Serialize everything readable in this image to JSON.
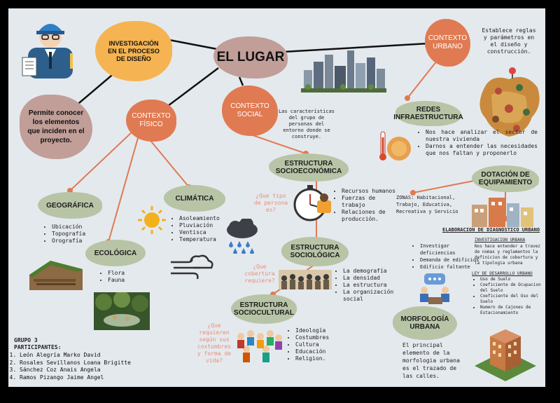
{
  "nodes": {
    "center": "EL LUGAR",
    "investigacion": "INVESTIGACIÓN EN EL PROCESO DE DISEÑO",
    "permite": "Permite conocer los elementos que inciden en el proyecto.",
    "contexto_fisico": "CONTEXTO FÍSICO",
    "contexto_social": "CONTEXTO SOCIAL",
    "contexto_urbano": "CONTEXTO URBANO",
    "geografica": "GEOGRÁFICA",
    "climatica": "CLIMÁTICA",
    "ecologica": "ECOLÓGICA",
    "estructura_socioeconomica": "ESTRUCTURA SOCIOECONÓMICA",
    "estructura_sociologica": "ESTRUCTURA SOCIOLÓGICA",
    "estructura_sociocultural": "ESTRUCTURA SOCIOCULTURAL",
    "redes": "REDES INFRAESTRUCTURA",
    "dotacion": "DOTACIÓN DE EQUIPAMIENTO",
    "morfologia": "MORFOLOGÍA URBANA"
  },
  "texts": {
    "urbano_desc": "Establece reglas y parámetros en el diseño y construcción.",
    "social_desc": "Las características del grupo de personas del entorno donde se construye.",
    "q_tipo": "¿Que tipo de persona es?",
    "q_cobertura": "¿Que cobertura requiere?",
    "q_costumbres": "¿Que requieren según sus costumbres y forma de vida?",
    "zonas": "ZONAS: Habitacional, Trabajo, Educativa, Recreativa y Servicio",
    "diag_title": "ELABORACION DE DIAGNOSTICO URBANO",
    "inv_urbana_title": "INVESTIGACION URBANA",
    "inv_urbana_desc": "Nos hace entender a travez de nomas y reglamentos la definicion de cobertura y la tipologia urbana",
    "ley_title": "LEY DE DESARROLLO URBANO",
    "morfologia_desc": "El principal elemento de la morfologia urbana es el trazado de las calles.",
    "grupo": "GRUPO 3",
    "participantes_label": "PARTICIPANTES:"
  },
  "lists": {
    "geografica": [
      "Ubicación",
      "Topografía",
      "Orografía"
    ],
    "climatica": [
      "Asoleamiento",
      "Pluviación",
      "Ventisca",
      "Temperatura"
    ],
    "ecologica": [
      "Flora",
      "Fauna"
    ],
    "socioeconomica": [
      "Recursos humanos",
      "Fuerzas de trabajo",
      "Relaciones de producción."
    ],
    "sociologica": [
      "La demografía",
      "La densidad",
      "La estructura",
      "La organización social"
    ],
    "sociocultural": [
      "Ideología",
      "Costumbres",
      "Cultura",
      "Educación",
      "Religion."
    ],
    "redes": [
      "Nos hace analizar el sector de nuestra vivienda",
      "Darnos a entender las necesidades que nos faltan y proponerlo"
    ],
    "diagnostico": [
      "Investigar deficiencias",
      "Demanda de edificios",
      "Edificio faltante"
    ],
    "ley": [
      "Uso de Suelo",
      "Coeficiente de Ocupacion del Suelo",
      "Coeficiente del Uso del Suelo",
      "Numero de Cajones de Estacionamiento"
    ],
    "participantes": [
      "León Alegría Marko David",
      "Rosales Sevillanos Loana Brigitte",
      "Sánchez Coz Anais Angela",
      "Ramos Pizango Jaime Angel"
    ]
  },
  "colors": {
    "board": "#e4e9ee",
    "orange": "#e07a52",
    "green": "#b8c4a6",
    "mauve": "#c19e98",
    "yellow": "#f5b451",
    "question": "#e98e78"
  },
  "icons": [
    "engineer-icon",
    "city-skyline-icon",
    "cultural-map-icon",
    "thermometer-sun-icon",
    "sun-icon",
    "rain-cloud-icon",
    "wind-icon",
    "landscape-icon",
    "forest-icon",
    "stopwatch-worker-icon",
    "crowd-icon",
    "people-group-icon",
    "meeting-icon",
    "houses-icon",
    "building-icon"
  ]
}
